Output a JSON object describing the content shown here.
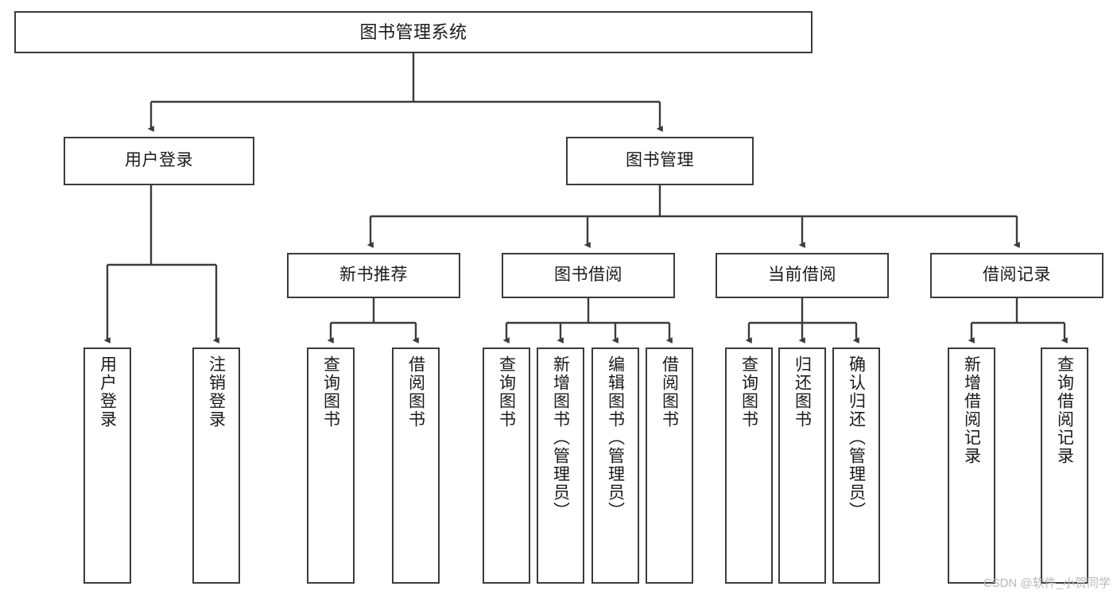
{
  "diagram": {
    "type": "tree-hierarchy",
    "title": "图书管理系统",
    "orientation": "top-down",
    "colors": {
      "box_border": "#3b3b3b",
      "box_fill": "#ffffff",
      "edge": "#3b3b3b",
      "text": "#1a1a1a",
      "watermark": "#b8b8b8",
      "background": "#ffffff"
    },
    "nodes": {
      "root": {
        "label": "图书管理系统",
        "level": 0,
        "text_dir": "horizontal"
      },
      "l1": [
        {
          "id": "user-login",
          "label": "用户登录",
          "level": 1,
          "text_dir": "horizontal"
        },
        {
          "id": "book-manage",
          "label": "图书管理",
          "level": 1,
          "text_dir": "horizontal"
        }
      ],
      "l2": [
        {
          "id": "new-book-rec",
          "label": "新书推荐",
          "level": 2,
          "text_dir": "horizontal"
        },
        {
          "id": "book-borrow",
          "label": "图书借阅",
          "level": 2,
          "text_dir": "horizontal"
        },
        {
          "id": "current-borrow",
          "label": "当前借阅",
          "level": 2,
          "text_dir": "horizontal"
        },
        {
          "id": "borrow-record",
          "label": "借阅记录",
          "level": 2,
          "text_dir": "horizontal"
        }
      ],
      "leaves": {
        "user-login": [
          {
            "id": "leaf-user-login",
            "label": "用户登录"
          },
          {
            "id": "leaf-user-logout",
            "label": "注销登录"
          }
        ],
        "new-book-rec": [
          {
            "id": "leaf-query-book-1",
            "label": "查询图书"
          },
          {
            "id": "leaf-borrow-book-1",
            "label": "借阅图书"
          }
        ],
        "book-borrow": [
          {
            "id": "leaf-query-book-2",
            "label": "查询图书"
          },
          {
            "id": "leaf-add-book",
            "label": "新增图书（管理员）"
          },
          {
            "id": "leaf-edit-book",
            "label": "编辑图书（管理员）"
          },
          {
            "id": "leaf-borrow-book-2",
            "label": "借阅图书"
          }
        ],
        "current-borrow": [
          {
            "id": "leaf-query-book-3",
            "label": "查询图书"
          },
          {
            "id": "leaf-return-book",
            "label": "归还图书"
          },
          {
            "id": "leaf-confirm-return",
            "label": "确认归还（管理员）"
          }
        ],
        "borrow-record": [
          {
            "id": "leaf-add-record",
            "label": "新增借阅记录"
          },
          {
            "id": "leaf-query-record",
            "label": "查询借阅记录"
          }
        ]
      }
    },
    "watermark": "CSDN @软件_小贺同学"
  }
}
